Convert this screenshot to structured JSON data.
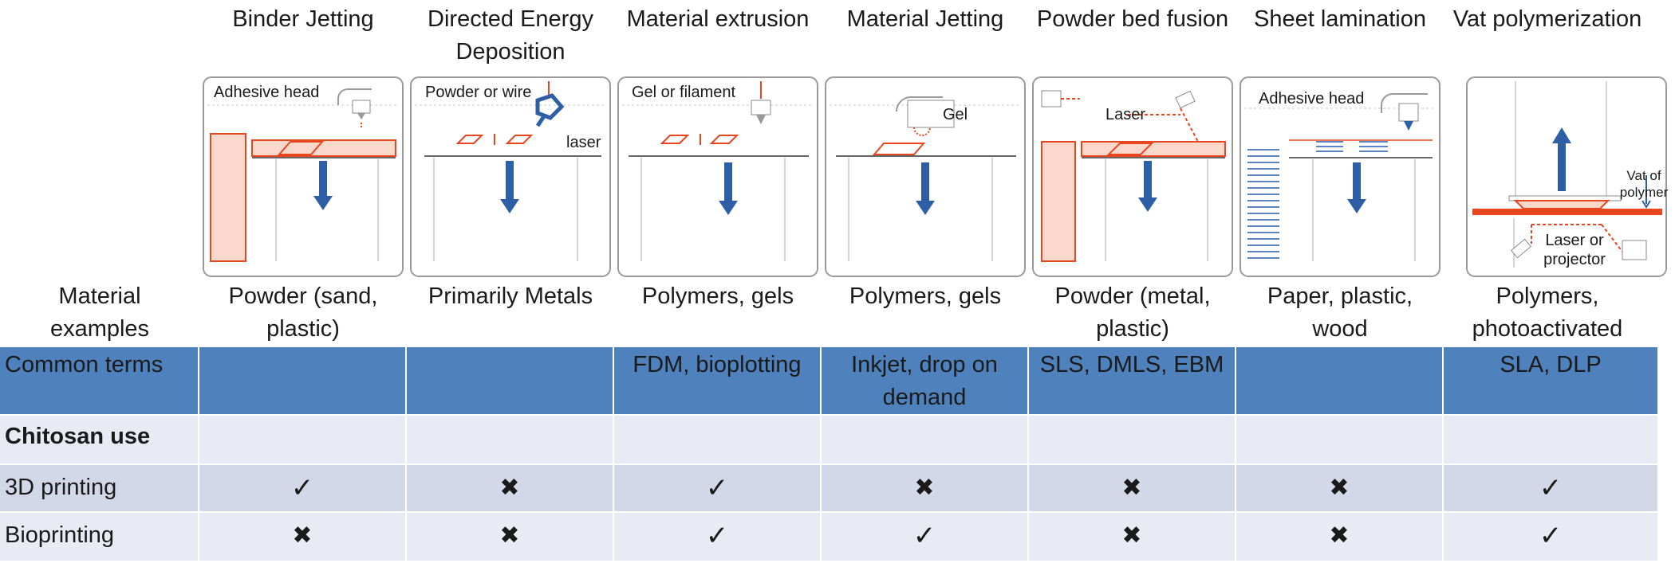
{
  "processes": [
    {
      "name": "Binder Jetting",
      "material": "Powder (sand, plastic)",
      "common_terms": "",
      "uses": {
        "printing_3d": "yes",
        "bioprinting": "no"
      },
      "labels": [
        "Adhesive head"
      ]
    },
    {
      "name": "Directed Energy Deposition",
      "material": "Primarily Metals",
      "common_terms": "",
      "uses": {
        "printing_3d": "no",
        "bioprinting": "no"
      },
      "labels": [
        "Powder or wire",
        "laser"
      ]
    },
    {
      "name": "Material extrusion",
      "material": "Polymers, gels",
      "common_terms": "FDM, bioplotting",
      "uses": {
        "printing_3d": "yes",
        "bioprinting": "yes"
      },
      "labels": [
        "Gel or filament"
      ]
    },
    {
      "name": "Material Jetting",
      "material": "Polymers, gels",
      "common_terms": "Inkjet, drop on demand",
      "uses": {
        "printing_3d": "no",
        "bioprinting": "yes"
      },
      "labels": [
        "Gel"
      ]
    },
    {
      "name": "Powder bed fusion",
      "material": "Powder (metal, plastic)",
      "common_terms": "SLS, DMLS, EBM",
      "uses": {
        "printing_3d": "no",
        "bioprinting": "no"
      },
      "labels": [
        "Laser"
      ]
    },
    {
      "name": "Sheet lamination",
      "material": "Paper, plastic, wood",
      "common_terms": "",
      "uses": {
        "printing_3d": "no",
        "bioprinting": "no"
      },
      "labels": [
        "Adhesive head"
      ]
    },
    {
      "name": "Vat polymerization",
      "material": "Polymers, photoactivated",
      "common_terms": "SLA, DLP",
      "uses": {
        "printing_3d": "yes",
        "bioprinting": "yes"
      },
      "labels": [
        "Vat of polymer",
        "Laser or projector"
      ]
    }
  ],
  "row_labels": {
    "material": "Material examples",
    "common_terms": "Common terms",
    "chitosan": "Chitosan use",
    "printing_3d": "3D printing",
    "bioprinting": "Bioprinting"
  },
  "symbols": {
    "yes": "✓",
    "no": "✖"
  },
  "colors": {
    "header_band": "#4f81bd",
    "band_light": "#e8ebf3",
    "band_dark": "#d2d8e7",
    "diagram_red": "#e8461e",
    "diagram_blue": "#2e5ea6"
  }
}
